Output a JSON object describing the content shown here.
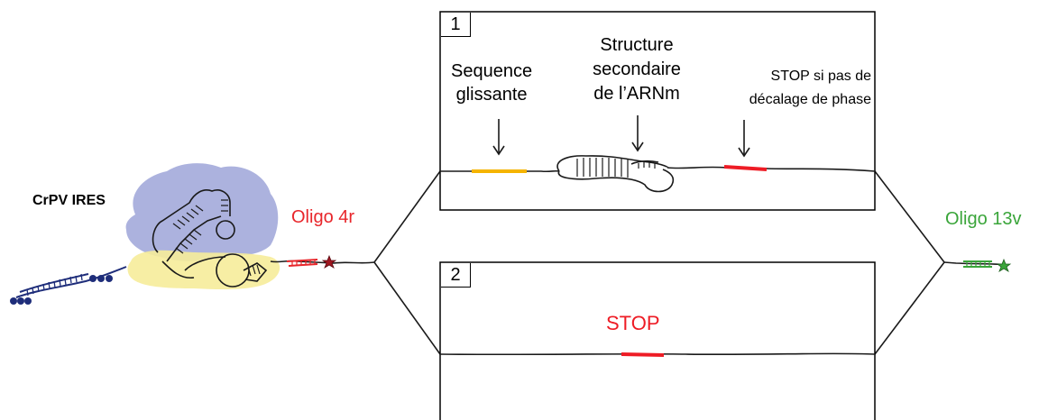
{
  "left": {
    "ires_label": "CrPV IRES",
    "oligo_label": "Oligo 4r"
  },
  "right": {
    "oligo_label": "Oligo 13v"
  },
  "panel1": {
    "number": "1",
    "slippery_label_line1": "Sequence",
    "slippery_label_line2": "glissante",
    "structure_label_line1": "Structure",
    "structure_label_line2": "secondaire",
    "structure_label_line3": "de l’ARNm",
    "stop_label_line1": "STOP si pas de",
    "stop_label_line2": "décalage de phase"
  },
  "panel2": {
    "number": "2",
    "stop_label": "STOP"
  },
  "colors": {
    "oligo_left": "#e8262b",
    "oligo_right": "#3aa53a",
    "slippery": "#f5b400",
    "stop": "#ee1c25",
    "ires_blue": "#9ea4d8",
    "ires_yellow": "#f6ec9a",
    "dark_blue": "#1e2d7a"
  }
}
